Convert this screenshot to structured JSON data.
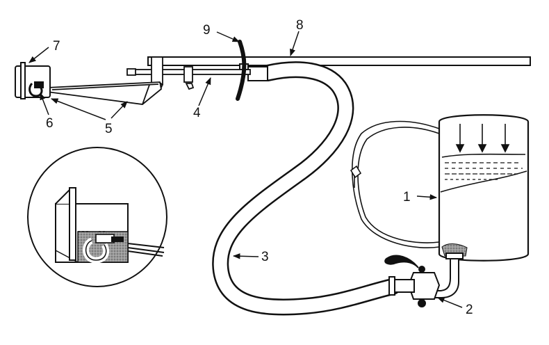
{
  "labels": {
    "l1": "1",
    "l2": "2",
    "l3": "3",
    "l4": "4",
    "l5": "5",
    "l6": "6",
    "l7": "7",
    "l8": "8",
    "l9": "9"
  },
  "colors": {
    "ink": "#111111",
    "paper": "#ffffff",
    "shade": "#8a8a8a"
  }
}
